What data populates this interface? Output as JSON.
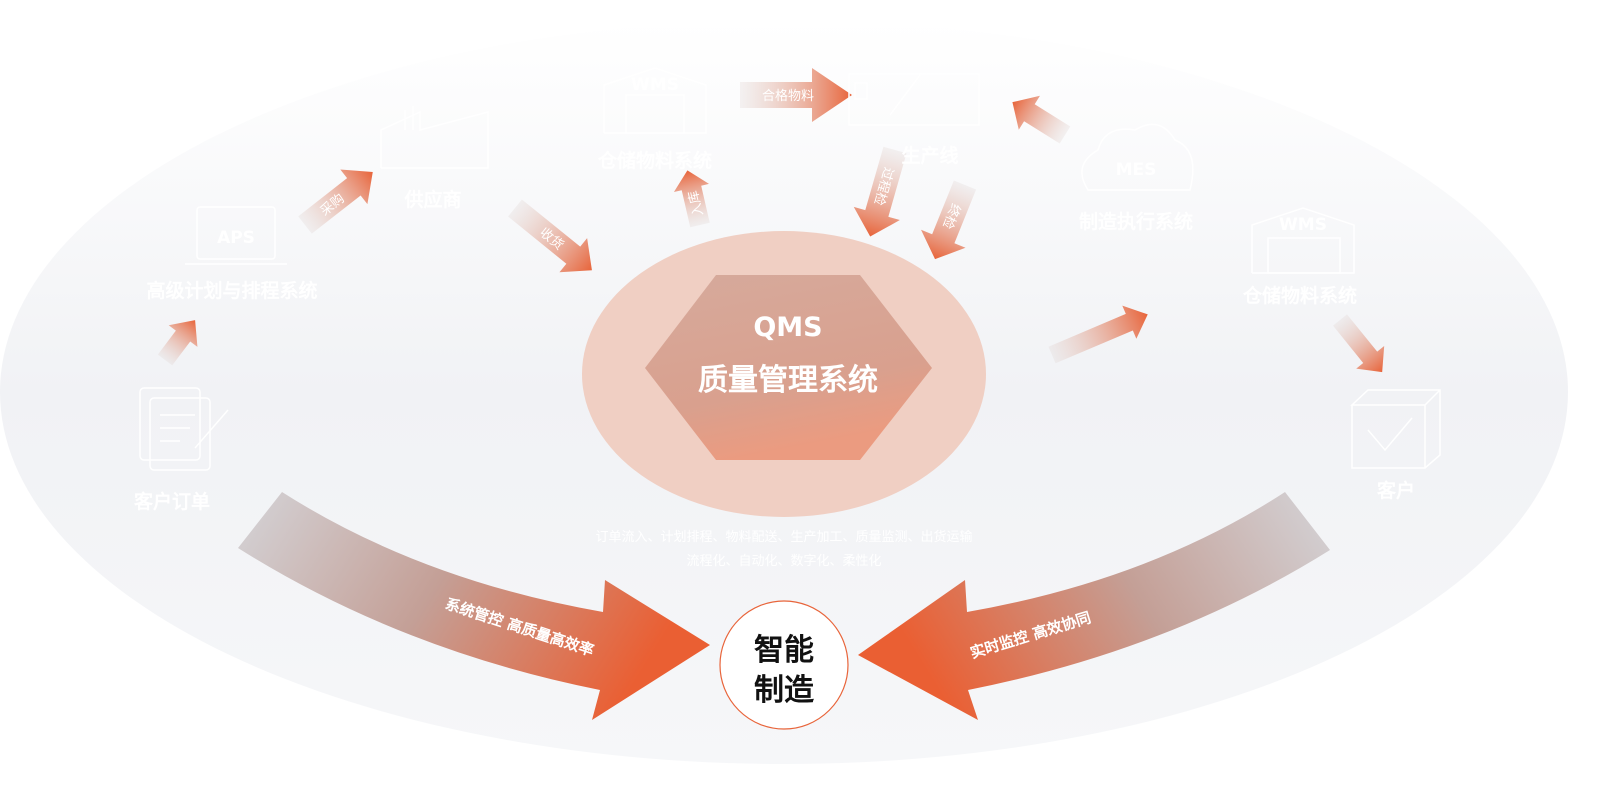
{
  "center": {
    "title": "QMS",
    "subtitle": "质量管理系统"
  },
  "hub": {
    "line1": "智能",
    "line2": "制造"
  },
  "nodes": {
    "order": "客户订单",
    "aps": {
      "label": "高级计划与排程系统",
      "icon_text": "APS"
    },
    "supplier": "供应商",
    "wms1": {
      "label": "仓储物料系统",
      "icon_text": "WMS"
    },
    "line": "生产线",
    "mes": {
      "label": "制造执行系统",
      "icon_text": "MES"
    },
    "wms2": {
      "label": "仓储物料系统",
      "icon_text": "WMS"
    },
    "customer": "客户"
  },
  "arrows": {
    "purchase": "采购",
    "receive": "收货",
    "storage": "入库",
    "qualified": "合格物料",
    "process_check": "过程检",
    "final_check": "终检"
  },
  "flow_text": {
    "line1": "订单流入、计划排程、物料配送、生产加工、质量监测、出货运输",
    "line2": "流程化、自动化、数字化、柔性化"
  },
  "big_arrows": {
    "left": "系统管控 高质量高效率",
    "right": "实时监控 高效协同"
  },
  "colors": {
    "accent": "#e8643a",
    "inner": "#f0cfc3",
    "hex": "#d9a697"
  }
}
